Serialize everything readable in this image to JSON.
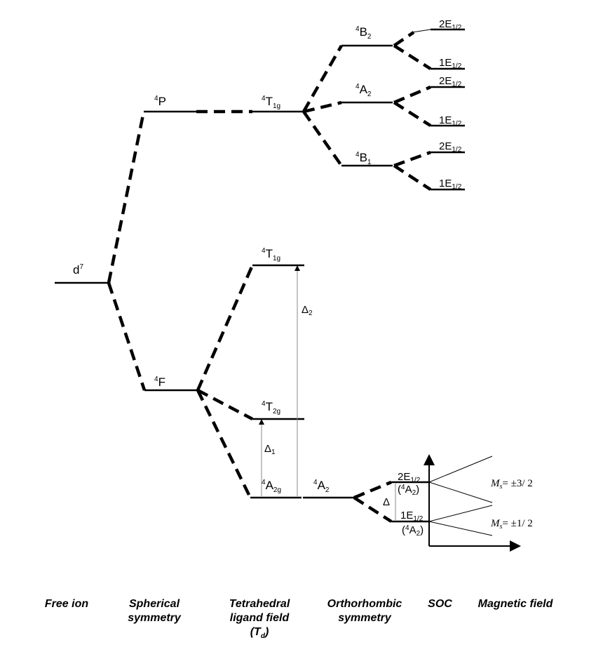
{
  "levels": {
    "free_ion": "d",
    "free_ion_sup": "7",
    "p_state": "P",
    "p_state_sup": "4",
    "t1g_upper": "T",
    "t1g_upper_sup": "4",
    "t1g_upper_sub": "1g",
    "b2": "B",
    "b2_sup": "4",
    "b2_sub": "2",
    "a2_upper": "A",
    "a2_upper_sup": "4",
    "a2_upper_sub": "2",
    "b1": "B",
    "b1_sup": "4",
    "b1_sub": "1",
    "f_state": "F",
    "f_state_sup": "4",
    "t1g_lower": "T",
    "t1g_lower_sup": "4",
    "t1g_lower_sub": "1g",
    "t2g": "T",
    "t2g_sup": "4",
    "t2g_sub": "2g",
    "a2g": "A",
    "a2g_sup": "4",
    "a2g_sub": "2g",
    "a2_lower": "A",
    "a2_lower_sup": "4",
    "a2_lower_sub": "2"
  },
  "kramers": {
    "two_e": "2E",
    "one_e": "1E",
    "half": "1/2"
  },
  "gaps": {
    "delta1": "Δ",
    "delta1_sub": "1",
    "delta2": "Δ",
    "delta2_sub": "2",
    "delta": "Δ"
  },
  "soc_inset": {
    "paren_open": "(",
    "paren_sup": "4",
    "paren_body": "A",
    "paren_sub": "2",
    "paren_close": ")",
    "ms_symbol": "M",
    "ms_sub": "s",
    "ms_upper_value": "= ±3/ 2",
    "ms_lower_value": "= ±1/ 2"
  },
  "captions": {
    "free_ion": "Free ion",
    "spherical": [
      "Spherical",
      "symmetry"
    ],
    "tetrahedral": [
      "Tetrahedral",
      "ligand field"
    ],
    "tetrahedral_td_open": "(",
    "tetrahedral_td": "T",
    "tetrahedral_td_sub": "d",
    "tetrahedral_td_close": ")",
    "orthorhombic": [
      "Orthorhombic",
      "symmetry"
    ],
    "soc": "SOC",
    "magnetic": "Magnetic field"
  }
}
